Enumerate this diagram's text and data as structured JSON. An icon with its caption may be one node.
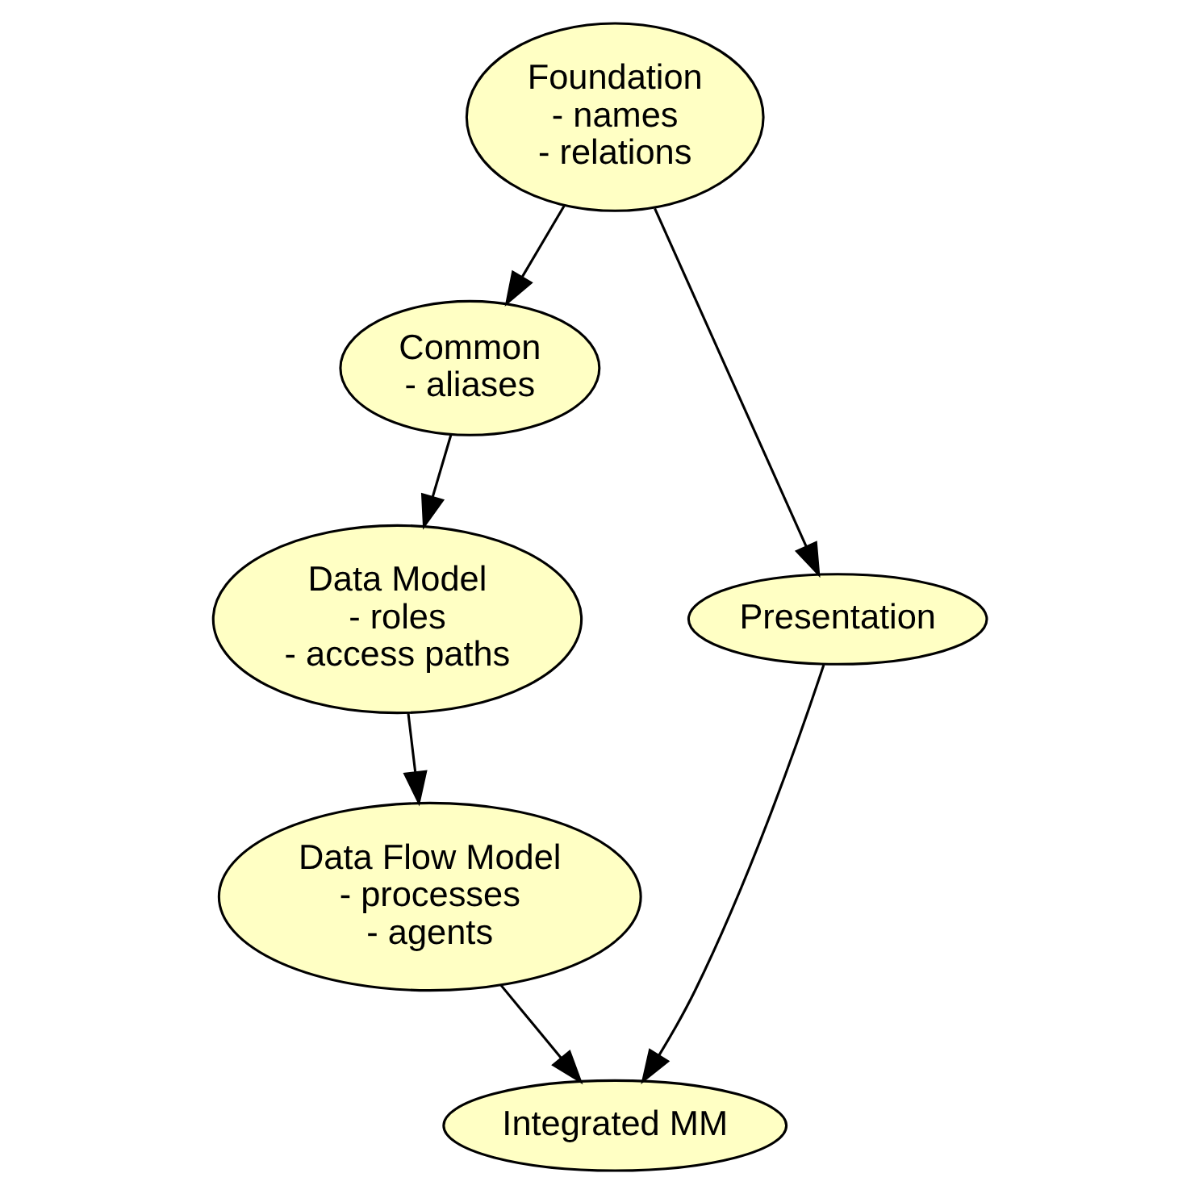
{
  "diagram": {
    "nodes": [
      {
        "text": [
          "Foundation",
          "- names",
          "- relations"
        ]
      },
      {
        "text": [
          "Common",
          "- aliases"
        ]
      },
      {
        "text": [
          "Presentation"
        ]
      },
      {
        "text": [
          "Data Model",
          "- roles",
          "- access paths"
        ]
      },
      {
        "text": [
          "Data Flow Model",
          "- processes",
          "- agents"
        ]
      },
      {
        "text": [
          "Integrated MM"
        ]
      }
    ],
    "edges": [
      {
        "from": 0,
        "to": 1,
        "arrow": "to"
      },
      {
        "from": 0,
        "to": 2,
        "arrow": "to"
      },
      {
        "from": 1,
        "to": 3,
        "arrow": "to"
      },
      {
        "from": 3,
        "to": 4,
        "arrow": "to"
      },
      {
        "from": 4,
        "to": 5,
        "arrow": "to"
      },
      {
        "from": 2,
        "to": 5,
        "arrow": "to"
      }
    ]
  }
}
